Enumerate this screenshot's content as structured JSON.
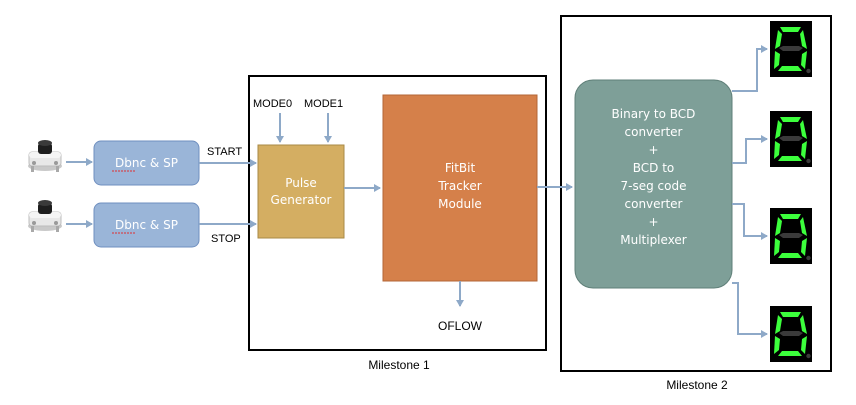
{
  "colors": {
    "arrow": "#8ea9c8",
    "dbnc_fill": "#9ab5d8",
    "dbnc_stroke": "#6f8fbf",
    "pulse_fill": "#d4ae62",
    "pulse_stroke": "#a98a46",
    "fitbit_fill": "#d5804a",
    "fitbit_stroke": "#b36637",
    "converter_fill": "#7e9f98",
    "converter_stroke": "#5f7f78",
    "seg_on": "#3cff3c",
    "seg_off": "#3a3a3a",
    "display_bg": "#000000"
  },
  "buttons": [
    {
      "icon": "push-button-icon"
    },
    {
      "icon": "push-button-icon"
    }
  ],
  "dbnc_blocks": [
    {
      "label": "Dbnc & SP"
    },
    {
      "label": "Dbnc & SP"
    }
  ],
  "signals": {
    "start": "START",
    "stop": "STOP",
    "mode0": "MODE0",
    "mode1": "MODE1",
    "oflow": "OFLOW"
  },
  "pulse_generator": {
    "lines": [
      "Pulse",
      "Generator"
    ]
  },
  "fitbit_module": {
    "lines": [
      "FitBit",
      "Tracker",
      "Module"
    ]
  },
  "converter": {
    "lines": [
      "Binary to BCD",
      "converter",
      "+",
      "BCD to",
      "7-seg code",
      "converter",
      "+",
      "Multiplexer"
    ]
  },
  "milestones": {
    "m1": "Milestone 1",
    "m2": "Milestone 2"
  },
  "displays": [
    {
      "digit": "0",
      "icon": "seven-segment-display-icon"
    },
    {
      "digit": "0",
      "icon": "seven-segment-display-icon"
    },
    {
      "digit": "0",
      "icon": "seven-segment-display-icon"
    },
    {
      "digit": "0",
      "icon": "seven-segment-display-icon"
    }
  ]
}
